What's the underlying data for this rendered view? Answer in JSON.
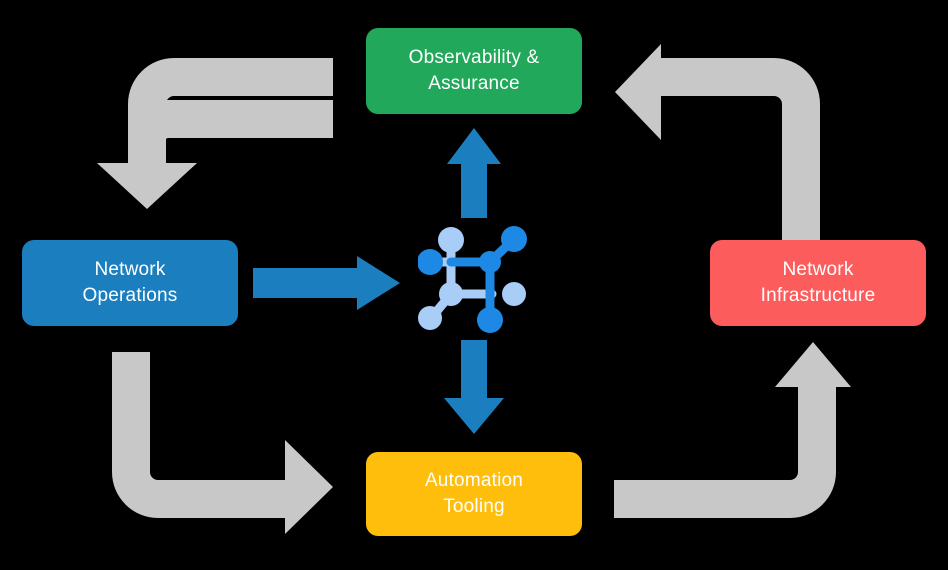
{
  "diagram": {
    "title": "Network operations lifecycle loop",
    "background_color": "#000000",
    "nodes": [
      {
        "id": "observability",
        "label": "Observability &\nAssurance",
        "label_line1": "Observability &",
        "label_line2": "Assurance",
        "color": "#22A85A",
        "text_color": "#FFFFFF",
        "position": "top"
      },
      {
        "id": "network-operations",
        "label": "Network\nOperations",
        "label_line1": "Network",
        "label_line2": "Operations",
        "color": "#1B7FBF",
        "text_color": "#FFFFFF",
        "position": "left"
      },
      {
        "id": "network-infrastructure",
        "label": "Network\nInfrastructure",
        "label_line1": "Network",
        "label_line2": "Infrastructure",
        "color": "#FC5C5C",
        "text_color": "#FFFFFF",
        "position": "right"
      },
      {
        "id": "automation-tooling",
        "label": "Automation\nTooling",
        "label_line1": "Automation",
        "label_line2": "Tooling",
        "color": "#FFBE0B",
        "text_color": "#FFFFFF",
        "position": "bottom"
      }
    ],
    "center_icon": {
      "name": "network-topology-icon",
      "primary_color": "#1E88E5",
      "secondary_color": "#A8CEF7"
    },
    "blue_arrows": {
      "color": "#1B7FBF",
      "items": [
        {
          "id": "ops-to-center",
          "direction": "right",
          "from": "network-operations",
          "to": "center"
        },
        {
          "id": "center-to-observability",
          "direction": "up",
          "from": "center",
          "to": "observability"
        },
        {
          "id": "center-to-automation",
          "direction": "down",
          "from": "center",
          "to": "automation-tooling"
        }
      ]
    },
    "gray_arrows": {
      "color": "#C8C8C8",
      "items": [
        {
          "id": "observability-to-operations",
          "from": "observability",
          "to": "network-operations",
          "shape": "elbow-left-down"
        },
        {
          "id": "operations-to-automation",
          "from": "network-operations",
          "to": "automation-tooling",
          "shape": "elbow-down-right"
        },
        {
          "id": "automation-to-infrastructure",
          "from": "automation-tooling",
          "to": "network-infrastructure",
          "shape": "elbow-right-up"
        },
        {
          "id": "infrastructure-to-observability",
          "from": "network-infrastructure",
          "to": "observability",
          "shape": "elbow-up-left"
        }
      ]
    }
  }
}
